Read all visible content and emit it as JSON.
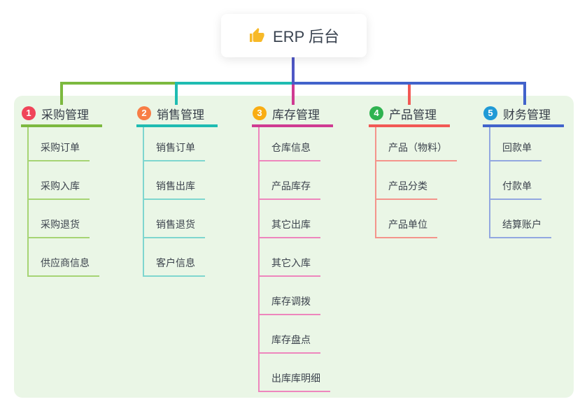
{
  "root": {
    "title": "ERP 后台",
    "icon": "thumbs-up-icon"
  },
  "palette": {
    "stem": "#4f57c5",
    "panel_bg": "#eaf6e6",
    "root_text": "#3a4350",
    "branch_text": "#363d48",
    "item_text": "#3c434d"
  },
  "branches": [
    {
      "badge": "1",
      "label": "采购管理",
      "color": "#7cb93f",
      "light_color": "#a6d474",
      "badge_color": "#f04459",
      "items": [
        "采购订单",
        "采购入库",
        "采购退货",
        "供应商信息"
      ]
    },
    {
      "badge": "2",
      "label": "销售管理",
      "color": "#1fbcb2",
      "light_color": "#7ed6cf",
      "badge_color": "#f87d46",
      "items": [
        "销售订单",
        "销售出库",
        "销售退货",
        "客户信息"
      ]
    },
    {
      "badge": "3",
      "label": "库存管理",
      "color": "#cf3b92",
      "light_color": "#ee86bd",
      "badge_color": "#f9ad13",
      "items": [
        "仓库信息",
        "产品库存",
        "其它出库",
        "其它入库",
        "库存调拨",
        "库存盘点",
        "出库库明细"
      ]
    },
    {
      "badge": "4",
      "label": "产品管理",
      "color": "#f25955",
      "light_color": "#f4948b",
      "badge_color": "#2fb350",
      "items": [
        "产品（物料）",
        "产品分类",
        "产品单位"
      ]
    },
    {
      "badge": "5",
      "label": "财务管理",
      "color": "#4263cb",
      "light_color": "#92a7e0",
      "badge_color": "#209ad6",
      "items": [
        "回款单",
        "付款单",
        "结算账户"
      ]
    }
  ]
}
